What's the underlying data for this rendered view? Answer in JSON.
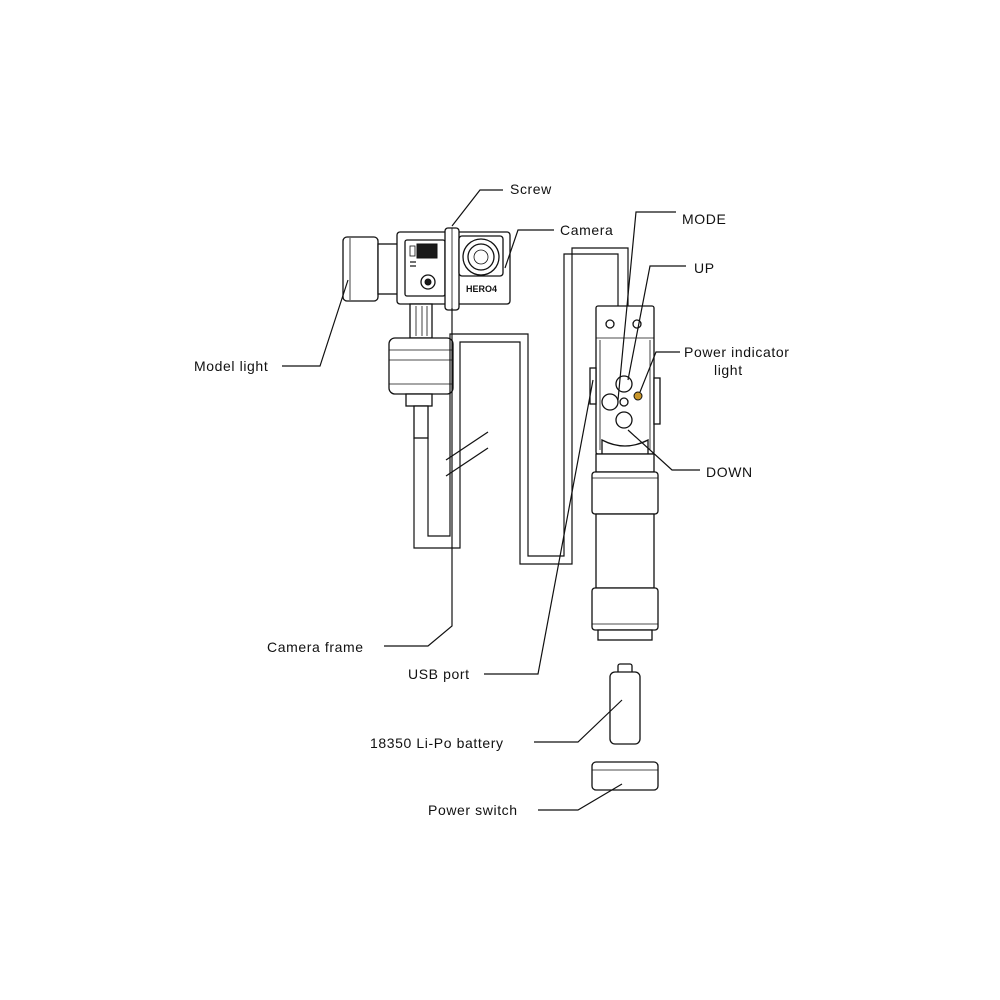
{
  "labels": {
    "screw": "Screw",
    "camera": "Camera",
    "mode": "MODE",
    "up": "UP",
    "power_indicator_line1": "Power indicator",
    "power_indicator_line2": "light",
    "model_light": "Model light",
    "down": "DOWN",
    "camera_frame": "Camera frame",
    "usb_port": "USB port",
    "battery": "18350 Li-Po battery",
    "power_switch": "Power switch"
  },
  "camera_brand": "HERO4",
  "colors": {
    "line": "#111111",
    "indicator_light": "#c8962a"
  }
}
